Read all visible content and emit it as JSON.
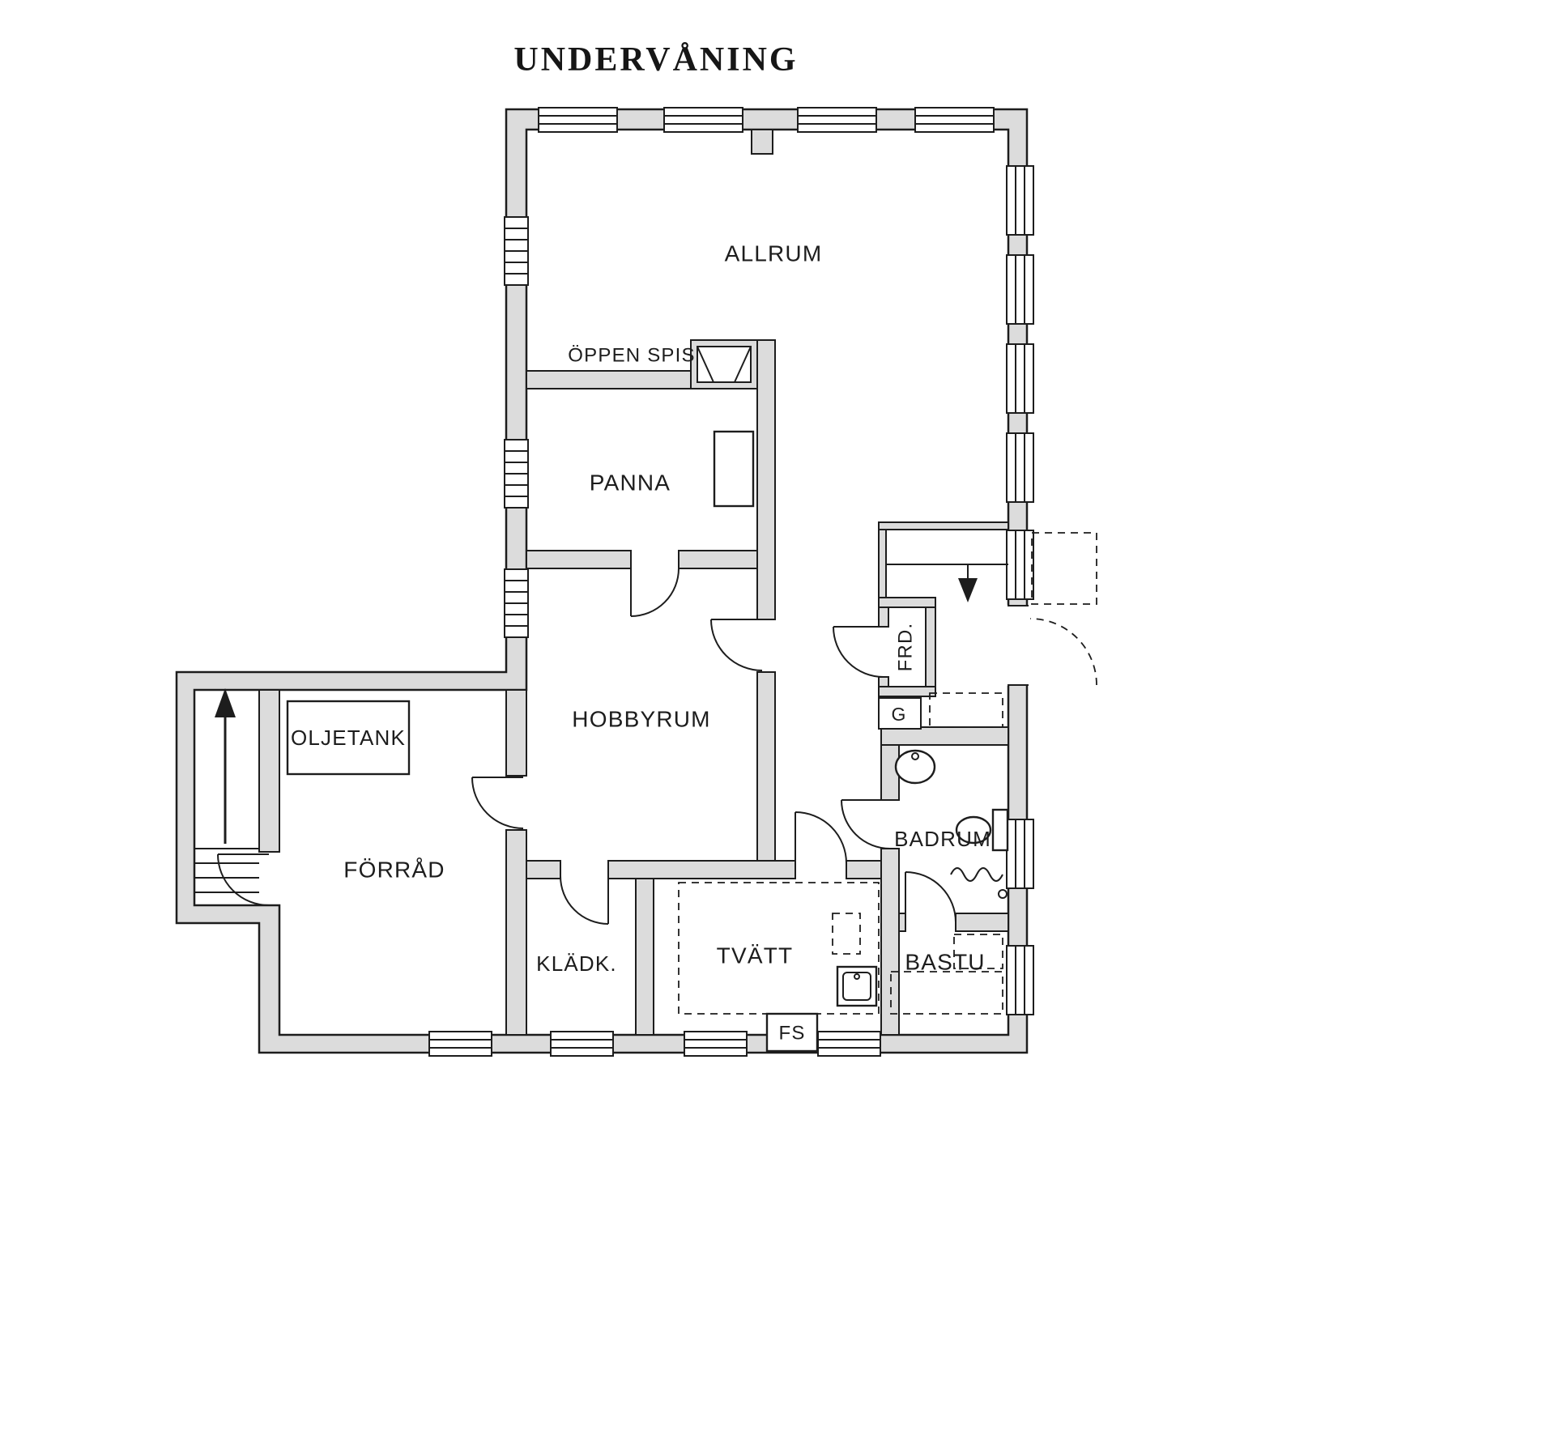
{
  "title": "UNDERVÅNING",
  "rooms": {
    "allrum": "ALLRUM",
    "oppen_spis": "ÖPPEN SPIS",
    "panna": "PANNA",
    "hobbyrum": "HOBBYRUM",
    "oljetank": "OLJETANK",
    "forrad": "FÖRRÅD",
    "kladkammare": "KLÄDK.",
    "tvatt": "TVÄTT",
    "fs": "FS",
    "bastu": "BASTU",
    "badrum": "BADRUM",
    "frd": "FRD.",
    "garderob": "G"
  },
  "colors": {
    "wall_fill": "#dcdcdc",
    "line": "#1d1d1d",
    "background": "#ffffff"
  }
}
